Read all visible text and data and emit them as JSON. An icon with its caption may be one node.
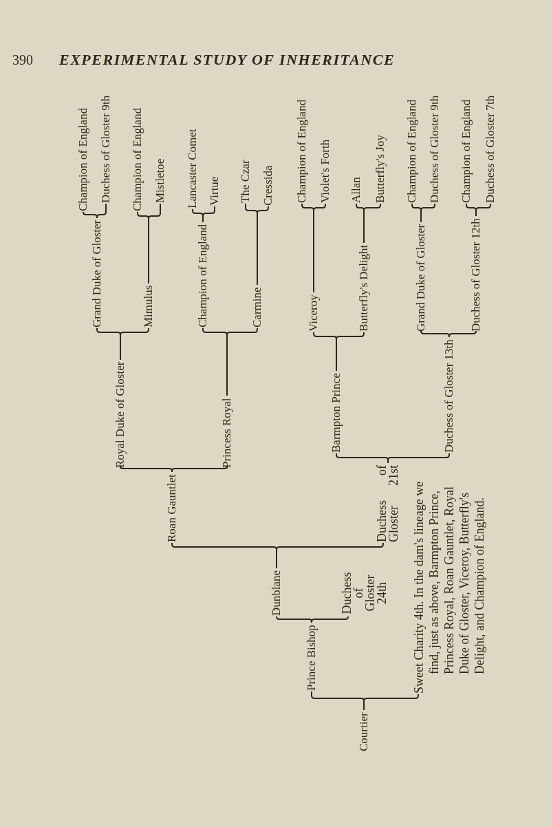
{
  "diagram": {
    "title": "EXPERIMENTAL STUDY OF INHERITANCE",
    "nodes": [
      {
        "text": [
          "Courtier"
        ]
      },
      {
        "text": [
          "Prince Bishop"
        ]
      },
      {
        "text": [
          "Sweet Charity 4th. In the dam's lineage we find, just as above, Barmpton Prince, Princess Royal, Roan Gauntlet, Royal Duke of Gloster, Viceroy, Butterfly's Delight, and Champion of England."
        ]
      },
      {
        "text": [
          "Dunblane"
        ]
      },
      {
        "text": [
          "Duchess of Gloster 24th"
        ]
      },
      {
        "text": [
          "Roan Gauntlet"
        ]
      },
      {
        "text": [
          "Duchess of Gloster 21st"
        ]
      },
      {
        "text": [
          "Royal Duke of Gloster"
        ]
      },
      {
        "text": [
          "Princess Royal"
        ]
      },
      {
        "text": [
          "Grand Duke of Gloster"
        ]
      },
      {
        "text": [
          "Mimulus"
        ]
      },
      {
        "text": [
          "Champion of England"
        ]
      },
      {
        "text": [
          "Carmine"
        ]
      },
      {
        "text": [
          "Champion of England"
        ]
      },
      {
        "text": [
          "Duchess of Gloster 9th"
        ]
      },
      {
        "text": [
          "Champion of England"
        ]
      },
      {
        "text": [
          "Mistletoe"
        ]
      },
      {
        "text": [
          "Lancaster Comet"
        ]
      },
      {
        "text": [
          "Virtue"
        ]
      },
      {
        "text": [
          "The Czar"
        ]
      },
      {
        "text": [
          "Cressida"
        ]
      },
      {
        "text": [
          "Barmpton Prince"
        ]
      },
      {
        "text": [
          "Duchess of Gloster 13th"
        ]
      },
      {
        "text": [
          "Viceroy"
        ]
      },
      {
        "text": [
          "Butterfly's Delight"
        ]
      },
      {
        "text": [
          "Grand Duke of Gloster"
        ]
      },
      {
        "text": [
          "Duchess of Gloster 12th"
        ]
      },
      {
        "text": [
          "Champion of England"
        ]
      },
      {
        "text": [
          "Violet's Forth"
        ]
      },
      {
        "text": [
          "Allan"
        ]
      },
      {
        "text": [
          "Butterfly's Joy"
        ]
      },
      {
        "text": [
          "Champion of England"
        ]
      },
      {
        "text": [
          "Duchess of Gloster 9th"
        ]
      },
      {
        "text": [
          "Champion of England"
        ]
      },
      {
        "text": [
          "Duchess of Gloster 7th"
        ]
      }
    ],
    "edges": [
      {
        "from": 0,
        "to": 1,
        "arrow": "none"
      },
      {
        "from": 0,
        "to": 2,
        "arrow": "none"
      },
      {
        "from": 1,
        "to": 3,
        "arrow": "none"
      },
      {
        "from": 1,
        "to": 4,
        "arrow": "none"
      },
      {
        "from": 3,
        "to": 5,
        "arrow": "none"
      },
      {
        "from": 3,
        "to": 6,
        "arrow": "none"
      },
      {
        "from": 5,
        "to": 7,
        "arrow": "none"
      },
      {
        "from": 5,
        "to": 8,
        "arrow": "none"
      },
      {
        "from": 7,
        "to": 9,
        "arrow": "none"
      },
      {
        "from": 7,
        "to": 10,
        "arrow": "none"
      },
      {
        "from": 8,
        "to": 11,
        "arrow": "none"
      },
      {
        "from": 8,
        "to": 12,
        "arrow": "none"
      },
      {
        "from": 9,
        "to": 13,
        "arrow": "none"
      },
      {
        "from": 9,
        "to": 14,
        "arrow": "none"
      },
      {
        "from": 10,
        "to": 15,
        "arrow": "none"
      },
      {
        "from": 10,
        "to": 16,
        "arrow": "none"
      },
      {
        "from": 11,
        "to": 17,
        "arrow": "none"
      },
      {
        "from": 11,
        "to": 18,
        "arrow": "none"
      },
      {
        "from": 12,
        "to": 19,
        "arrow": "none"
      },
      {
        "from": 12,
        "to": 20,
        "arrow": "none"
      },
      {
        "from": 6,
        "to": 21,
        "arrow": "none"
      },
      {
        "from": 6,
        "to": 22,
        "arrow": "none"
      },
      {
        "from": 21,
        "to": 23,
        "arrow": "none"
      },
      {
        "from": 21,
        "to": 24,
        "arrow": "none"
      },
      {
        "from": 22,
        "to": 25,
        "arrow": "none"
      },
      {
        "from": 22,
        "to": 26,
        "arrow": "none"
      },
      {
        "from": 23,
        "to": 27,
        "arrow": "none"
      },
      {
        "from": 23,
        "to": 28,
        "arrow": "none"
      },
      {
        "from": 24,
        "to": 29,
        "arrow": "none"
      },
      {
        "from": 24,
        "to": 30,
        "arrow": "none"
      },
      {
        "from": 25,
        "to": 31,
        "arrow": "none"
      },
      {
        "from": 25,
        "to": 32,
        "arrow": "none"
      },
      {
        "from": 26,
        "to": 33,
        "arrow": "none"
      },
      {
        "from": 26,
        "to": 34,
        "arrow": "none"
      }
    ],
    "labels": [
      "390"
    ]
  }
}
